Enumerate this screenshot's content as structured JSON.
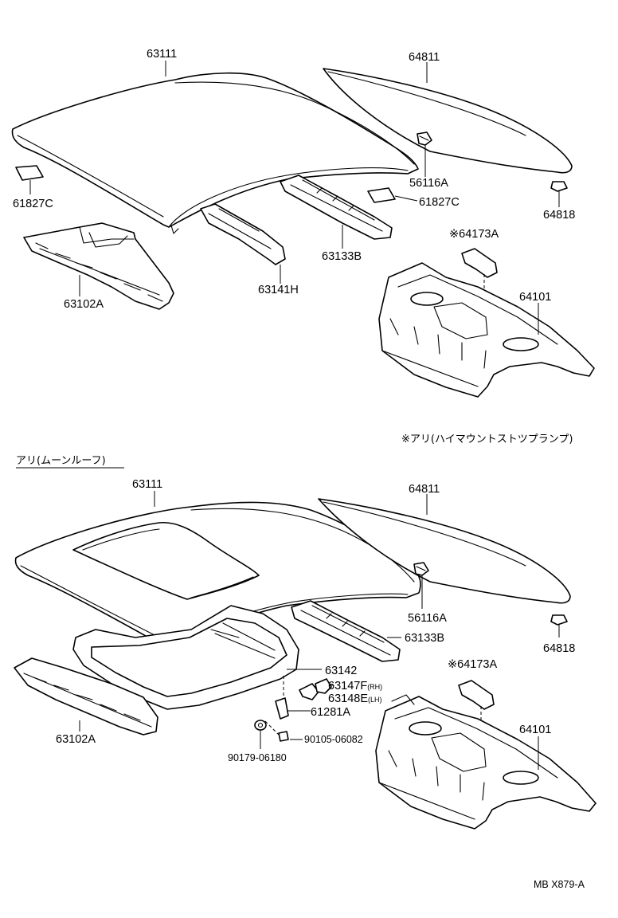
{
  "diagram": {
    "footer_code": "MB X879-A",
    "note_high_mount": "※アリ(ハイマウントストツプランプ)",
    "note_moon_roof": "アリ(ムーンルーフ)",
    "top": {
      "roof_panel": "63111",
      "back_window_glass": "64811",
      "clip_upper": "56116A",
      "pad_left": "61827C",
      "pad_right": "61827C",
      "glass_stopper": "64818",
      "front_header": "63102A",
      "roof_bow": "63141H",
      "rear_header": "63133B",
      "stop_lamp_bracket": "※64173A",
      "package_tray": "64101"
    },
    "bottom": {
      "roof_panel": "63111",
      "back_window_glass": "64811",
      "clip_upper": "56116A",
      "rear_header": "63133B",
      "glass_stopper": "64818",
      "sunroof_housing": "63142",
      "bracket_rh": "63147F",
      "bracket_rh_suffix": "(RH)",
      "bracket_lh": "63148E",
      "bracket_lh_suffix": "(LH)",
      "stop_lamp_bracket": "※64173A",
      "front_header": "63102A",
      "bracket_stay": "61281A",
      "bolt": "90105-06082",
      "nut": "90179-06180",
      "package_tray": "64101"
    }
  }
}
